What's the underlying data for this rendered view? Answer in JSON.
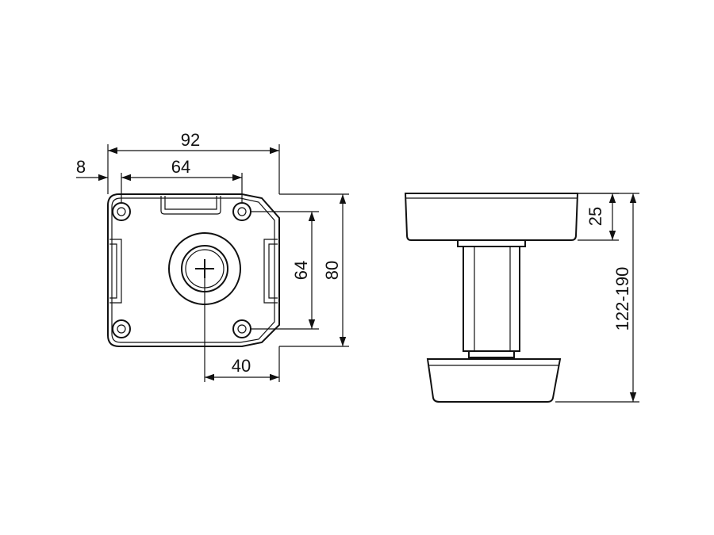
{
  "dimensions": {
    "overall_width": "92",
    "left_offset": "8",
    "hole_spacing_x": "64",
    "hole_spacing_y": "64",
    "overall_depth": "80",
    "center_offset": "40",
    "plate_thickness": "25",
    "height_range": "122-190"
  },
  "icons": {
    "screw": "phillips-screw-icon"
  }
}
